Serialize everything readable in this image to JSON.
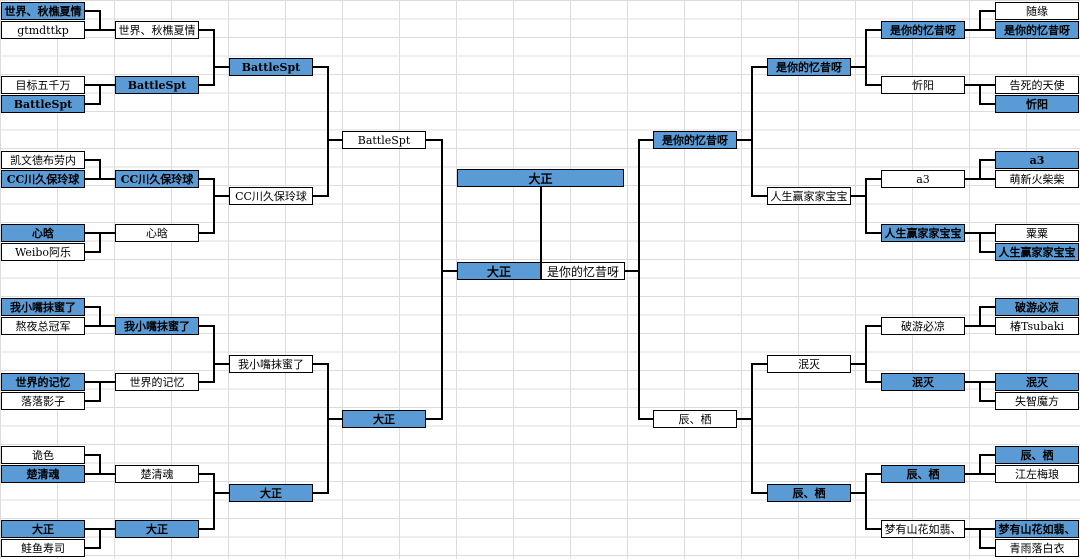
{
  "colors": {
    "winner_fill": "#5b9bd5",
    "line": "#000000",
    "grid": "#dcdcdc"
  },
  "bracket": {
    "left_r1": [
      {
        "top": "世界、秋樵夏情",
        "bottom": "gtmdttkp",
        "winner": "top"
      },
      {
        "top": "目标五千万",
        "bottom": "BattleSpt",
        "winner": "bottom"
      },
      {
        "top": "凯文德布劳内",
        "bottom": "CC川久保玲球",
        "winner": "bottom"
      },
      {
        "top": "心晗",
        "bottom": "Weibo阿乐",
        "winner": "top"
      },
      {
        "top": "我小嘴抹蜜了",
        "bottom": "熬夜总冠军",
        "winner": "top"
      },
      {
        "top": "世界的记忆",
        "bottom": "落落影子",
        "winner": "top"
      },
      {
        "top": "诡色",
        "bottom": "楚清魂",
        "winner": "bottom"
      },
      {
        "top": "大正",
        "bottom": "鲑鱼寿司",
        "winner": "top"
      }
    ],
    "left_r2": [
      {
        "top": "世界、秋樵夏情",
        "bottom": "BattleSpt",
        "winner": "bottom"
      },
      {
        "top": "CC川久保玲球",
        "bottom": "心晗",
        "winner": "top"
      },
      {
        "top": "我小嘴抹蜜了",
        "bottom": "世界的记忆",
        "winner": "top"
      },
      {
        "top": "楚清魂",
        "bottom": "大正",
        "winner": "bottom"
      }
    ],
    "left_r3": [
      {
        "top": "BattleSpt",
        "bottom": "CC川久保玲球",
        "winner": "top"
      },
      {
        "top": "我小嘴抹蜜了",
        "bottom": "大正",
        "winner": "bottom"
      }
    ],
    "left_r4": {
      "top": "BattleSpt",
      "bottom": "大正",
      "winner": "bottom"
    },
    "right_r1": [
      {
        "top": "随缘",
        "bottom": "是你的忆昔呀",
        "winner": "bottom"
      },
      {
        "top": "告死的天使",
        "bottom": "忻阳",
        "winner": "bottom"
      },
      {
        "top": "a3",
        "bottom": "萌新火柴柴",
        "winner": "top"
      },
      {
        "top": "粟粟",
        "bottom": "人生赢家家宝宝",
        "winner": "bottom"
      },
      {
        "top": "破游必凉",
        "bottom": "椿Tsubaki",
        "winner": "top"
      },
      {
        "top": "泯灭",
        "bottom": "失智魔方",
        "winner": "top"
      },
      {
        "top": "辰、栖",
        "bottom": "江左梅琅",
        "winner": "top"
      },
      {
        "top": "梦有山花如翡、",
        "bottom": "青雨落白衣",
        "winner": "top"
      }
    ],
    "right_r2": [
      {
        "top": "是你的忆昔呀",
        "bottom": "忻阳",
        "winner": "top"
      },
      {
        "top": "a3",
        "bottom": "人生赢家家宝宝",
        "winner": "bottom"
      },
      {
        "top": "破游必凉",
        "bottom": "泯灭",
        "winner": "bottom"
      },
      {
        "top": "辰、栖",
        "bottom": "梦有山花如翡、",
        "winner": "top"
      }
    ],
    "right_r3": [
      {
        "top": "是你的忆昔呀",
        "bottom": "人生赢家家宝宝",
        "winner": "top"
      },
      {
        "top": "泯灭",
        "bottom": "辰、栖",
        "winner": "bottom"
      }
    ],
    "right_r4": {
      "top": "是你的忆昔呀",
      "bottom": "辰、栖",
      "winner": "top"
    },
    "final": {
      "left": "大正",
      "right": "是你的忆昔呀",
      "winner": "left"
    },
    "champion": "大正"
  }
}
